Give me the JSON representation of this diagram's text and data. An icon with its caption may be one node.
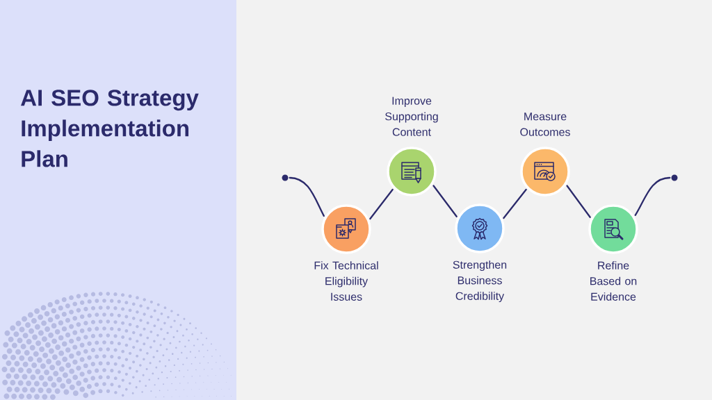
{
  "diagram": {
    "title": "AI SEO Strategy Implementation Plan",
    "nodes": [
      {
        "text": [],
        "shape": "circle"
      },
      {
        "text": [
          "Fix Technical Eligibility Issues"
        ]
      },
      {
        "text": [
          "Improve Supporting Content"
        ]
      },
      {
        "text": [
          "Strengthen Business Credibility"
        ]
      },
      {
        "text": [
          "Measure Outcomes"
        ]
      },
      {
        "text": [
          "Refine Based on Evidence"
        ]
      },
      {
        "text": [],
        "shape": "circle"
      }
    ],
    "edges": [
      {
        "from": 0,
        "to": 1,
        "arrow": "none"
      },
      {
        "from": 1,
        "to": 2,
        "arrow": "none"
      },
      {
        "from": 2,
        "to": 3,
        "arrow": "none"
      },
      {
        "from": 3,
        "to": 4,
        "arrow": "none"
      },
      {
        "from": 4,
        "to": 5,
        "arrow": "none"
      },
      {
        "from": 5,
        "to": 6,
        "arrow": "none"
      }
    ]
  }
}
